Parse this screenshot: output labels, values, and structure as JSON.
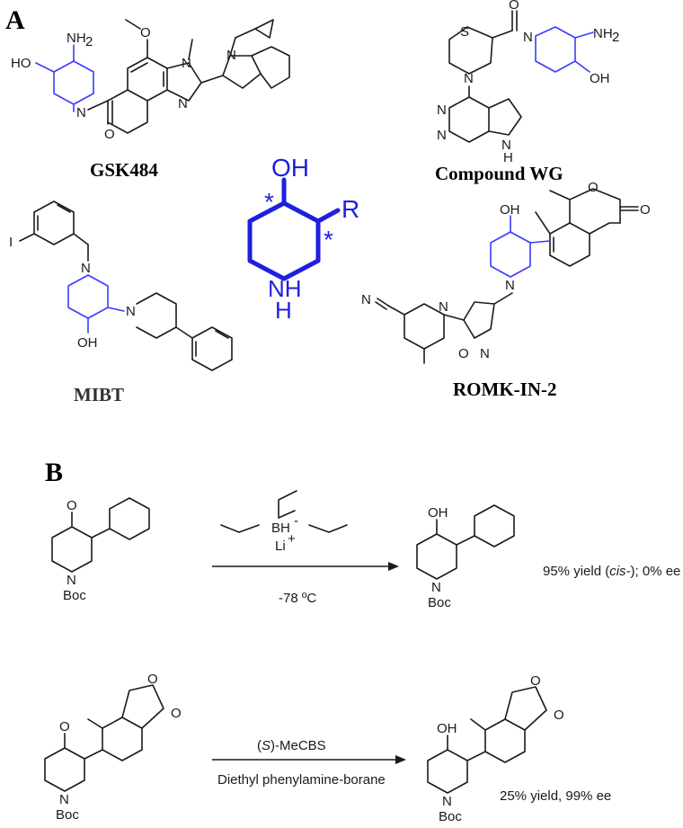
{
  "panels": {
    "a": "A",
    "b": "B"
  },
  "panel_a": {
    "compounds": [
      {
        "name": "GSK484"
      },
      {
        "name": "Compound WG"
      },
      {
        "name": "MIBT"
      },
      {
        "name": "ROMK-IN-2"
      }
    ],
    "core": {
      "oh": "OH",
      "r": "R",
      "nh": "NH",
      "h": "H",
      "star": "*"
    }
  },
  "atoms": {
    "ho": "HO",
    "oh": "OH",
    "nh2": "NH",
    "n": "N",
    "o": "O",
    "s": "S",
    "i": "I",
    "h": "H"
  },
  "panel_b": {
    "reaction1": {
      "reagent_top_b": "BH",
      "reagent_top_minus": "-",
      "reagent_li": "Li",
      "reagent_plus": "+",
      "condition": "-78 ºC",
      "result": "95% yield (cis-); 0% ee",
      "result_prefix": "95% yield (",
      "result_italic": "cis-",
      "result_suffix": "); 0% ee"
    },
    "reaction2": {
      "reagent_top_prefix": "(",
      "reagent_top_italic": "S",
      "reagent_top_suffix": ")-MeCBS",
      "reagent_bottom": "Diethyl phenylamine-borane",
      "result": "25% yield, 99% ee"
    },
    "boc": "Boc"
  },
  "colors": {
    "highlight": "#3b3bff",
    "core": "#1f1fe0",
    "ink": "#1a1a1a"
  }
}
